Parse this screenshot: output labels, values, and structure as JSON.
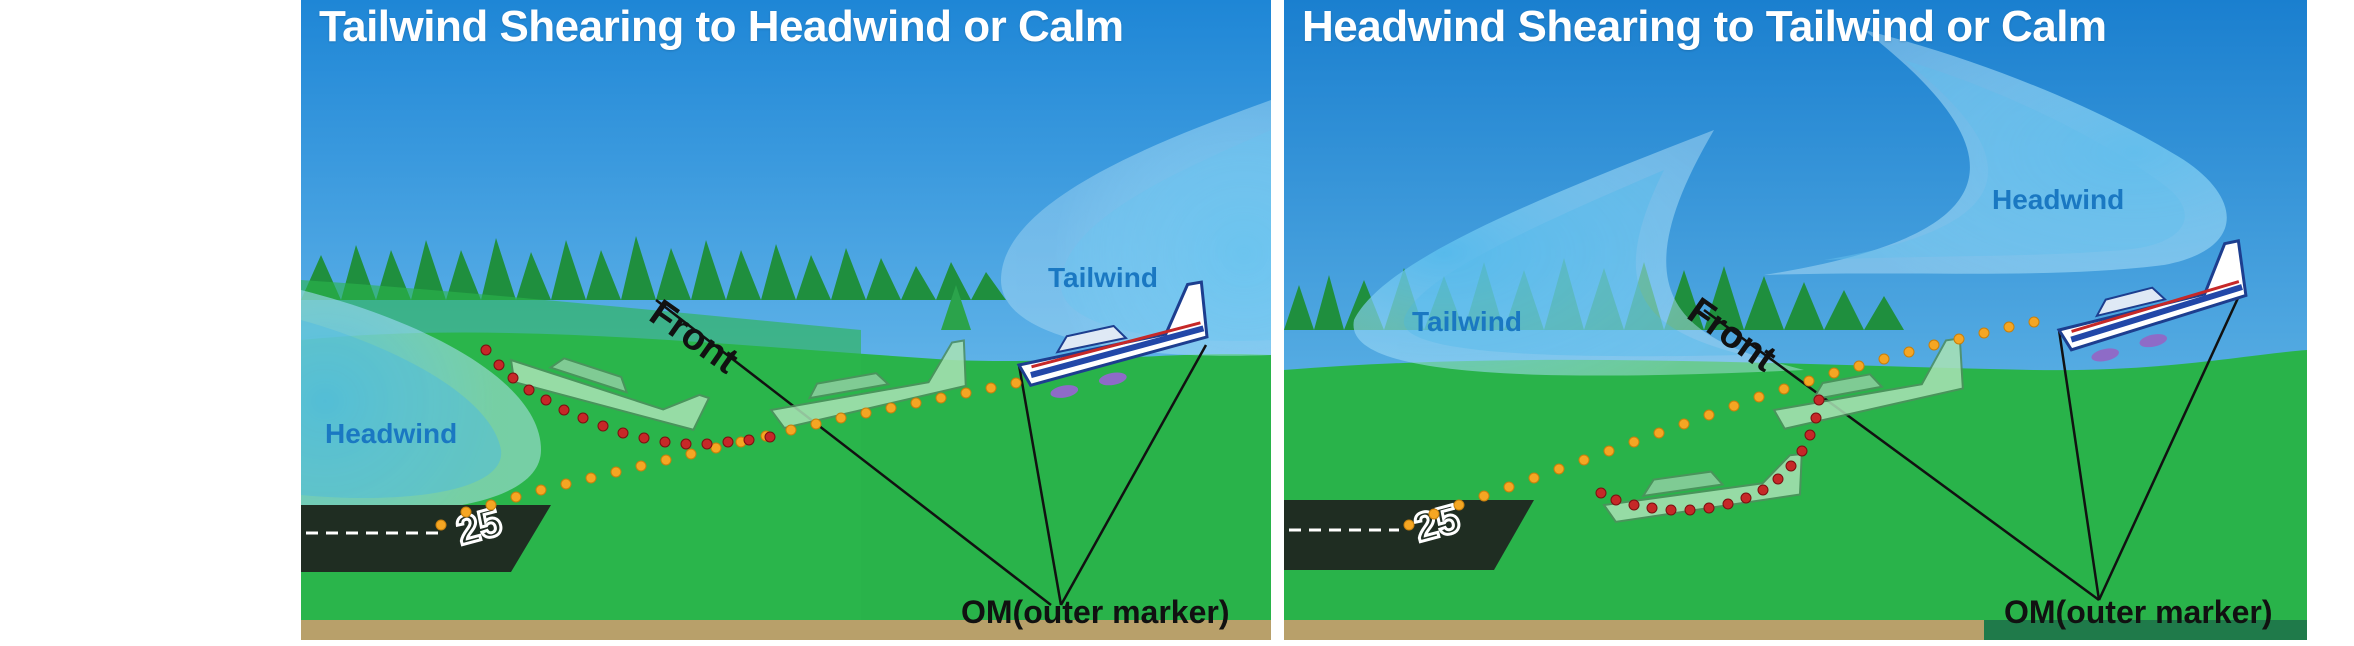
{
  "panels": [
    {
      "title": "Tailwind Shearing to Headwind or Calm",
      "wind_labels": [
        "Headwind",
        "Tailwind"
      ],
      "front_label": "Front",
      "marker_label": "OM(outer marker)"
    },
    {
      "title": "Headwind Shearing to Tailwind or Calm",
      "wind_labels": [
        "Tailwind",
        "Headwind"
      ],
      "front_label": "Front",
      "marker_label": "OM(outer marker)"
    }
  ],
  "colors": {
    "sky_top": "#1e86d6",
    "sky_bottom": "#8fd3f5",
    "grass": "#29b34a",
    "runway": "#1f2d22",
    "trees": "#1f8f3e",
    "path_orange": "#f5a623",
    "path_red": "#c62828",
    "wind_text": "#1a78c2"
  },
  "runway_number": "25"
}
